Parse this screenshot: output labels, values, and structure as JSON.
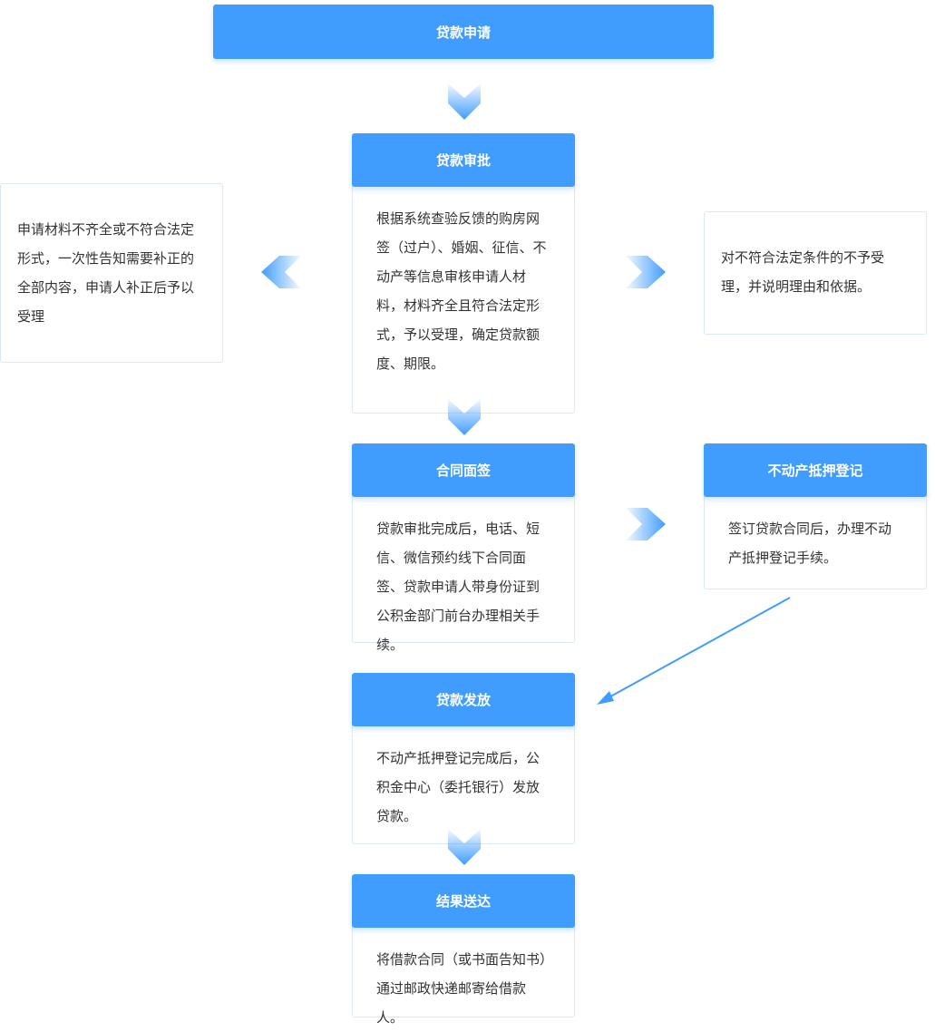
{
  "steps": {
    "apply": {
      "title": "贷款申请"
    },
    "approve": {
      "title": "贷款审批",
      "body": "根据系统查验反馈的购房网签（过户）、婚姻、征信、不动产等信息审核申请人材料，材料齐全且符合法定形式，予以受理，确定贷款额度、期限。"
    },
    "incomplete": {
      "body": "申请材料不齐全或不符合法定形式，一次性告知需要补正的全部内容，申请人补正后予以受理"
    },
    "reject": {
      "body": "对不符合法定条件的不予受理，并说明理由和依据。"
    },
    "sign": {
      "title": "合同面签",
      "body": "贷款审批完成后，电话、短信、微信预约线下合同面签、贷款申请人带身份证到公积金部门前台办理相关手续。"
    },
    "mortgage": {
      "title": "不动产抵押登记",
      "body": "签订贷款合同后，办理不动产抵押登记手续。"
    },
    "disburse": {
      "title": "贷款发放",
      "body": "不动产抵押登记完成后，公积金中心（委托银行）发放贷款。"
    },
    "deliver": {
      "title": "结果送达",
      "body": "将借款合同（或书面告知书）通过邮政快递邮寄给借款人。"
    }
  },
  "colors": {
    "accent": "#409cfd",
    "border": "#dbe8f6",
    "text": "#333333"
  },
  "icons": {
    "flow_down": "chevron-down-icon",
    "flow_left": "chevron-left-icon",
    "flow_right": "chevron-right-icon",
    "connector": "diagonal-arrow-icon"
  }
}
